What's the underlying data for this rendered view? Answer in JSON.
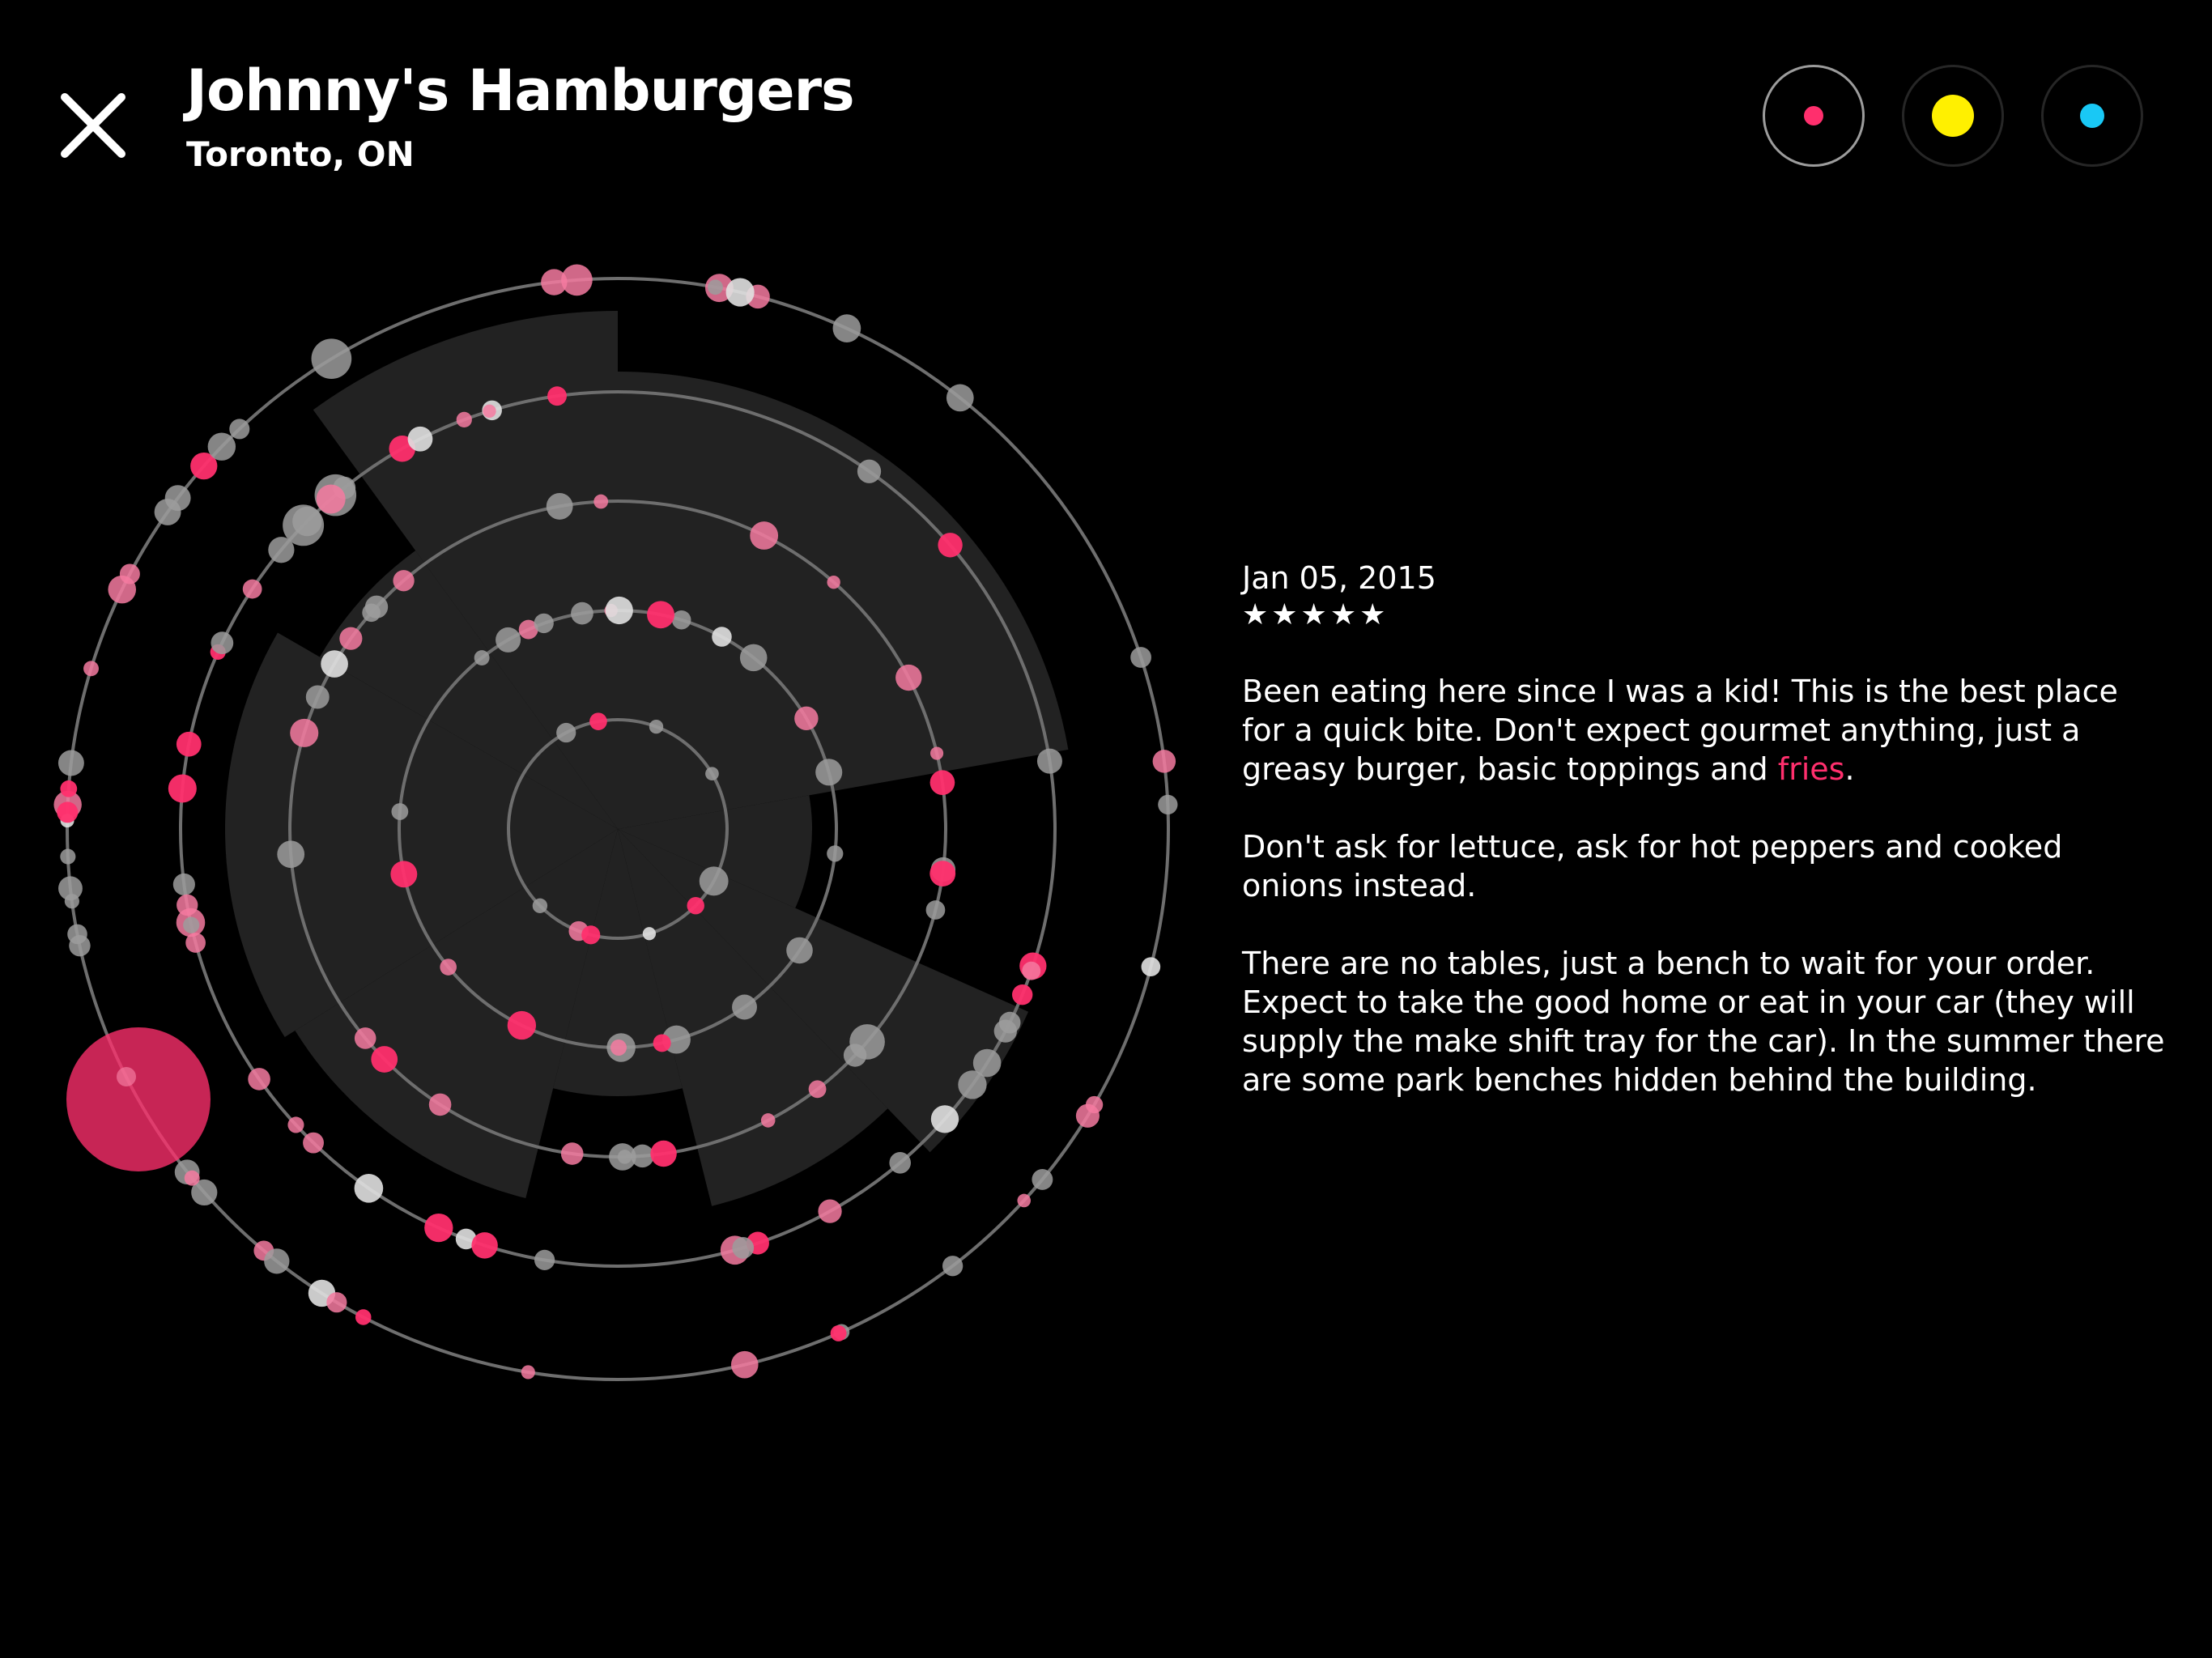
{
  "header": {
    "title": "Johnny's Hamburgers",
    "subtitle": "Toronto, ON"
  },
  "filters": [
    {
      "name": "pink-filter",
      "color": "#ff2f6d",
      "active": true
    },
    {
      "name": "yellow-filter",
      "color": "#fff000",
      "active": false
    },
    {
      "name": "cyan-filter",
      "color": "#19c8f5",
      "active": false
    }
  ],
  "colors": {
    "background": "#000000",
    "accent": "#ff2f6d",
    "panel": "#222222",
    "ring": "#6e6e6e"
  },
  "review": {
    "date": "Jan 05, 2015",
    "stars": "★★★★★",
    "p1_before": "Been eating here since I was a kid! This is the best place for a quick bite. Don't expect gourmet anything, just a greasy burger, basic toppings and ",
    "p1_highlight": "fries",
    "p1_after": ".",
    "p2": "Don't ask for lettuce, ask for hot peppers and cooked onions instead.",
    "p3": "There are no tables, just a bench to wait for your order. Expect to take the good home or eat in your car (they will supply the make shift tray for the car). In the summer there are some park benches hidden behind the building."
  }
}
